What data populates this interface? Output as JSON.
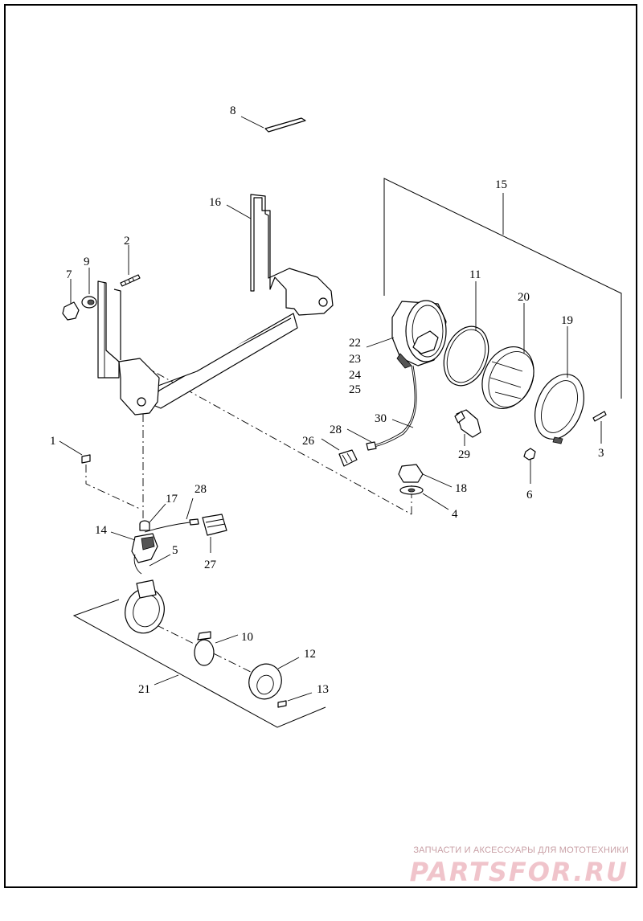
{
  "diagram": {
    "callouts": [
      {
        "id": "c1",
        "text": "1"
      },
      {
        "id": "c2",
        "text": "2"
      },
      {
        "id": "c3",
        "text": "3"
      },
      {
        "id": "c4",
        "text": "4"
      },
      {
        "id": "c5",
        "text": "5"
      },
      {
        "id": "c6",
        "text": "6"
      },
      {
        "id": "c7",
        "text": "7"
      },
      {
        "id": "c8",
        "text": "8"
      },
      {
        "id": "c9",
        "text": "9"
      },
      {
        "id": "c10",
        "text": "10"
      },
      {
        "id": "c11",
        "text": "11"
      },
      {
        "id": "c12",
        "text": "12"
      },
      {
        "id": "c13",
        "text": "13"
      },
      {
        "id": "c14",
        "text": "14"
      },
      {
        "id": "c15",
        "text": "15"
      },
      {
        "id": "c16",
        "text": "16"
      },
      {
        "id": "c17",
        "text": "17"
      },
      {
        "id": "c18",
        "text": "18"
      },
      {
        "id": "c19",
        "text": "19"
      },
      {
        "id": "c20",
        "text": "20"
      },
      {
        "id": "c21",
        "text": "21"
      },
      {
        "id": "c22",
        "text": "22"
      },
      {
        "id": "c23",
        "text": "23"
      },
      {
        "id": "c24",
        "text": "24"
      },
      {
        "id": "c25",
        "text": "25"
      },
      {
        "id": "c26",
        "text": "26"
      },
      {
        "id": "c27",
        "text": "27"
      },
      {
        "id": "c28a",
        "text": "28"
      },
      {
        "id": "c28b",
        "text": "28"
      },
      {
        "id": "c29",
        "text": "29"
      },
      {
        "id": "c30",
        "text": "30"
      }
    ]
  },
  "watermark": {
    "caption": "ЗАПЧАСТИ И АКСЕССУАРЫ ДЛЯ МОТОТЕХНИКИ",
    "logo": "PARTSFOR.RU"
  },
  "colors": {
    "line": "#000000",
    "background": "#ffffff",
    "watermark": "#f0c4cb"
  }
}
